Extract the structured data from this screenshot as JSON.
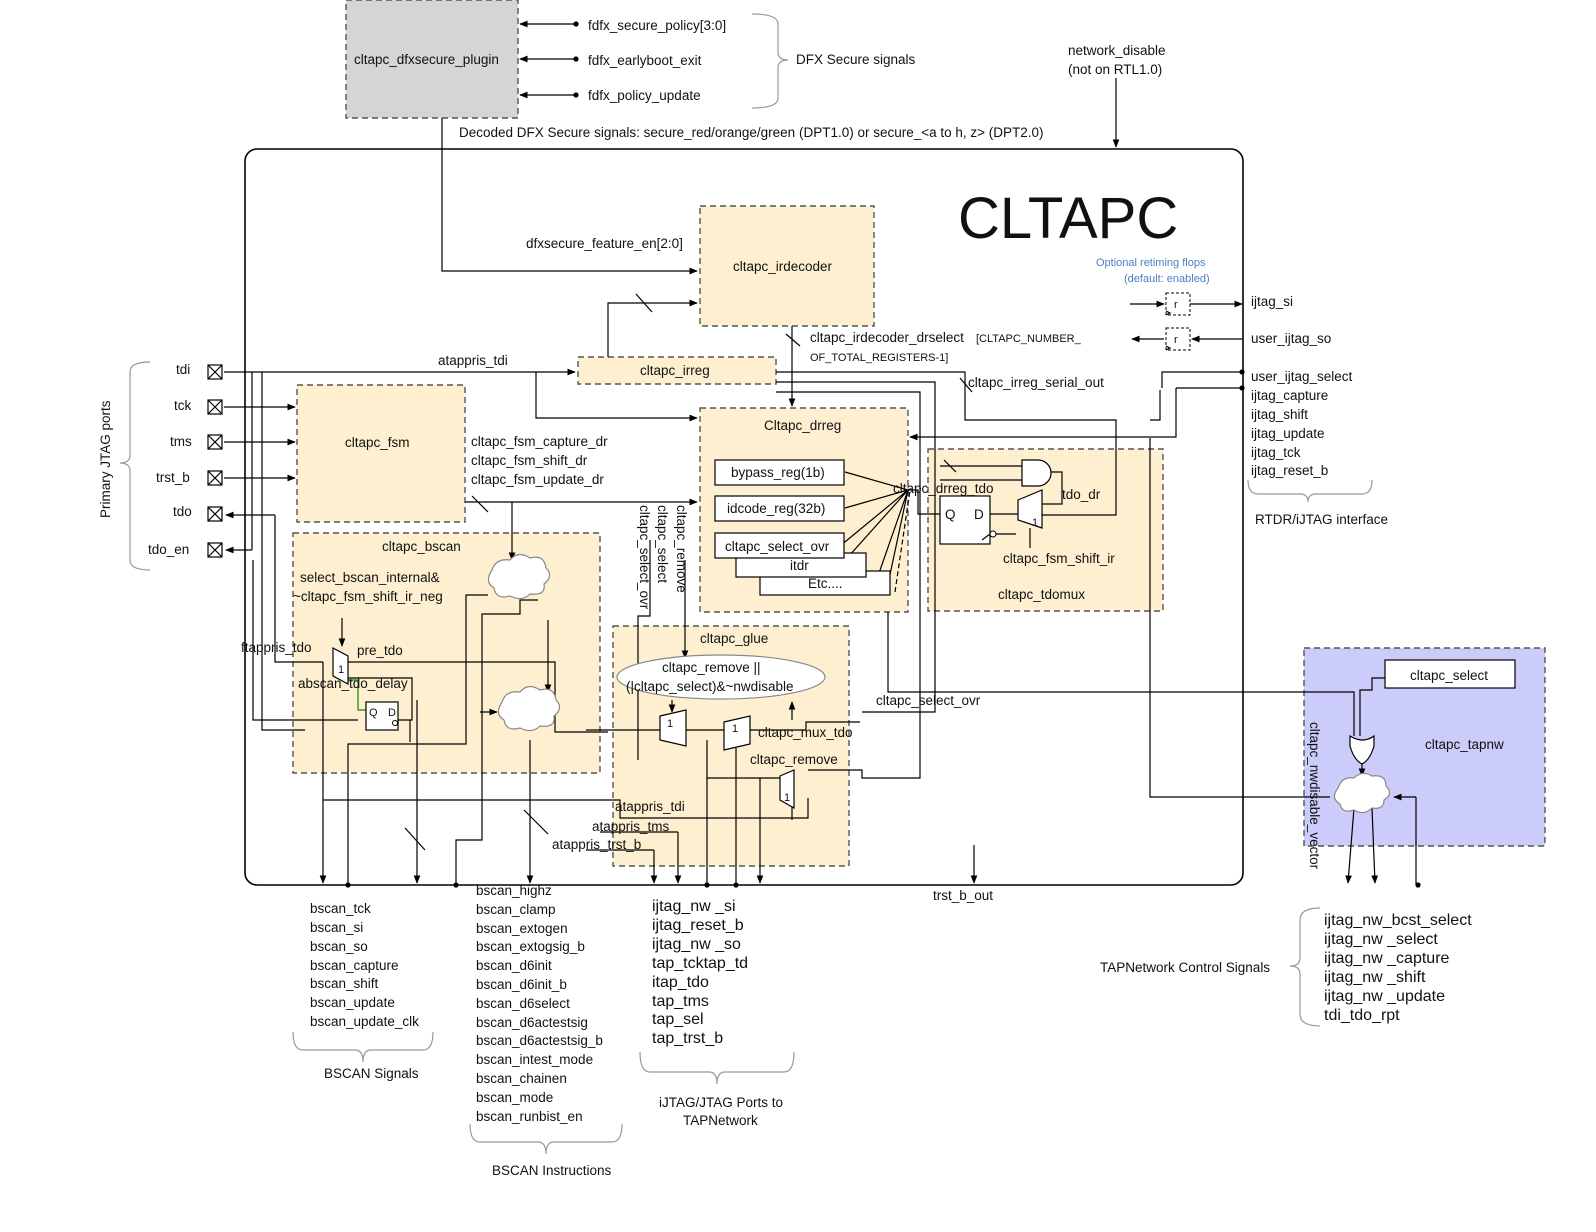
{
  "title": "CLTAPC",
  "top": {
    "plugin": "cltapc_dfxsecure_plugin",
    "secure_inputs": [
      "fdfx_secure_policy[3:0]",
      "fdfx_earlyboot_exit",
      "fdfx_policy_update"
    ],
    "secure_group_label": "DFX Secure signals",
    "network_disable": [
      "network_disable",
      "(not on RTL1.0)"
    ],
    "decoded_label": "Decoded DFX Secure signals: secure_red/orange/green (DPT1.0) or secure_<a to h, z> (DPT2.0)",
    "feature_en": "dfxsecure_feature_en[2:0]"
  },
  "blocks": {
    "irdecoder": "cltapc_irdecoder",
    "irdecoder_out": [
      "cltapc_irdecoder_drselect",
      "[CLTAPC_NUMBER_",
      "OF_TOTAL_REGISTERS-1]"
    ],
    "irreg": "cltapc_irreg",
    "irreg_serial_out": "cltapc_irreg_serial_out",
    "fsm": "cltapc_fsm",
    "fsm_outputs": [
      "cltapc_fsm_capture_dr",
      "cltapc_fsm_shift_dr",
      "cltapc_fsm_update_dr"
    ],
    "drreg": "Cltapc_drreg",
    "drreg_regs": [
      "bypass_reg(1b)",
      "idcode_reg(32b)",
      "cltapc_select_ovr",
      "itdr",
      "Etc...."
    ],
    "drreg_tdo": "cltapc_drreg_tdo",
    "tdomux": "cltapc_tdomux",
    "tdo_dr": "tdo_dr",
    "fsm_shift_ir": "cltapc_fsm_shift_ir",
    "bscan": "cltapc_bscan",
    "bscan_select": [
      "select_bscan_internal&",
      "~cltapc_fsm_shift_ir_neg"
    ],
    "pre_tdo": "pre_tdo",
    "ftappris_tdo": "ftappris_tdo",
    "abscan_tdo_delay": "abscan_tdo_delay",
    "glue": "cltapc_glue",
    "glue_cloud": [
      "cltapc_remove ||",
      "(|cltapc_select)&~nwdisable"
    ],
    "mux_tdo": "cltapc_mux_tdo",
    "glue_remove": "cltapc_remove",
    "glue_tdi": "atappris_tdi",
    "glue_tms": "atappris_tms",
    "glue_trst": "atappris_trst_b",
    "vertical_labels": [
      "cltapc_select_ovr",
      "cltapc_select",
      "cltapc_remove"
    ],
    "select_ovr_right": "cltapc_select_ovr",
    "atappris_tdi": "atappris_tdi",
    "trst_b_out": "trst_b_out",
    "mux_one": "1",
    "flop_q": "Q",
    "flop_d": "D",
    "retime": "r"
  },
  "retiming": [
    "Optional retiming flops",
    "(default: enabled)"
  ],
  "primary_ports": {
    "label": "Primary JTAG ports",
    "pins": [
      "tdi",
      "tck",
      "tms",
      "trst_b",
      "tdo",
      "tdo_en"
    ]
  },
  "rtdr": {
    "top_signals": [
      "ijtag_si",
      "user_ijtag_so"
    ],
    "signals": [
      "user_ijtag_select",
      "ijtag_capture",
      "ijtag_shift",
      "ijtag_update",
      "ijtag_tck",
      "ijtag_reset_b"
    ],
    "label": "RTDR/iJTAG interface"
  },
  "bscan_signals": {
    "items": [
      "bscan_tck",
      "bscan_si",
      "bscan_so",
      "bscan_capture",
      "bscan_shift",
      "bscan_update",
      "bscan_update_clk"
    ],
    "label": "BSCAN Signals"
  },
  "bscan_instructions": {
    "items": [
      "bscan_highz",
      "bscan_clamp",
      "bscan_extogen",
      "bscan_extogsig_b",
      "bscan_d6init",
      "bscan_d6init_b",
      "bscan_d6select",
      "bscan_d6actestsig",
      "bscan_d6actestsig_b",
      "bscan_intest_mode",
      "bscan_chainen",
      "bscan_mode",
      "bscan_runbist_en"
    ],
    "label": "BSCAN Instructions"
  },
  "ijtag_ports": {
    "items": [
      "ijtag_nw _si",
      "ijtag_reset_b",
      "ijtag_nw _so",
      "tap_tcktap_td",
      "itap_tdo",
      "tap_tms",
      "tap_sel",
      "tap_trst_b"
    ],
    "label": [
      "iJTAG/JTAG Ports to",
      "TAPNetwork"
    ]
  },
  "tapnw": {
    "block": "cltapc_tapnw",
    "select": "cltapc_select",
    "vector": "cltapc_nwdisable_vector",
    "signals": [
      "ijtag_nw_bcst_select",
      "ijtag_nw _select",
      "ijtag_nw _capture",
      "ijtag_nw _shift",
      "ijtag_nw _update",
      "tdi_tdo_rpt"
    ],
    "label": "TAPNetwork Control Signals"
  }
}
